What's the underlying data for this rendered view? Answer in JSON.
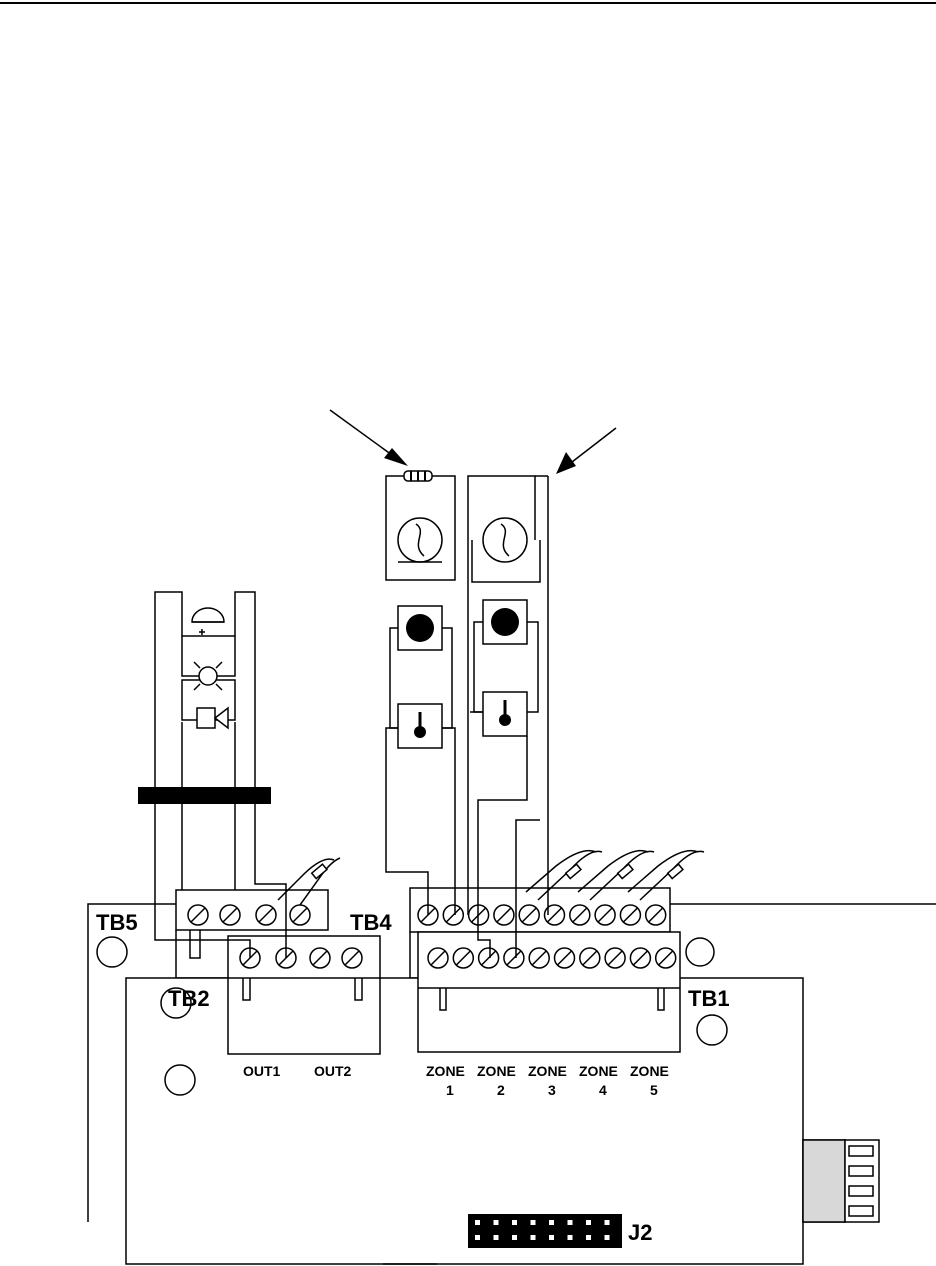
{
  "terminal_blocks": {
    "tb5": "TB5",
    "tb4": "TB4",
    "tb2": "TB2",
    "tb1": "TB1"
  },
  "outputs": [
    "OUT1",
    "OUT2"
  ],
  "zones": [
    {
      "word": "ZONE",
      "num": "1"
    },
    {
      "word": "ZONE",
      "num": "2"
    },
    {
      "word": "ZONE",
      "num": "3"
    },
    {
      "word": "ZONE",
      "num": "4"
    },
    {
      "word": "ZONE",
      "num": "5"
    }
  ],
  "header": "J2",
  "icons": {
    "detectors": [
      "smoke-detector-icon",
      "pull-station-icon",
      "heat-detector-icon"
    ],
    "notification": [
      "horn-icon",
      "strobe-icon",
      "speaker-icon"
    ],
    "eol": "resistor-icon"
  }
}
